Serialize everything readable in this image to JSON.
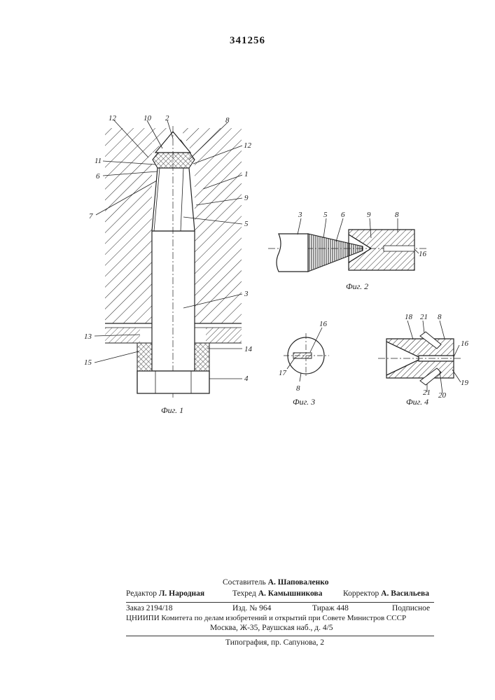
{
  "patent_number": "341256",
  "figures": [
    {
      "caption": "Фиг. 1",
      "labels": [
        "12",
        "10",
        "2",
        "8",
        "12",
        "11",
        "6",
        "1",
        "9",
        "7",
        "5",
        "3",
        "13",
        "14",
        "15",
        "4"
      ]
    },
    {
      "caption": "Фиг. 2",
      "labels": [
        "3",
        "5",
        "6",
        "9",
        "8",
        "16"
      ]
    },
    {
      "caption": "Фиг. 3",
      "labels": [
        "16",
        "17",
        "8"
      ]
    },
    {
      "caption": "Фиг. 4",
      "labels": [
        "18",
        "21",
        "8",
        "16",
        "21",
        "20",
        "19"
      ]
    }
  ],
  "imprint": {
    "compiler_role": "Составитель",
    "compiler_name": "А. Шаповаленко",
    "editor_role": "Редактор",
    "editor_name": "Л. Народная",
    "tech_role": "Техред",
    "tech_name": "А. Камышникова",
    "corrector_role": "Корректор",
    "corrector_name": "А. Васильева",
    "order": "Заказ 2194/18",
    "edition": "Изд. № 964",
    "circulation": "Тираж 448",
    "subscription": "Подписное",
    "org_line1": "ЦНИИПИ Комитета по делам изобретений и открытий при Совете Министров СССР",
    "org_line2": "Москва, Ж-35, Раушская наб., д. 4/5",
    "printer": "Типография, пр. Сапунова, 2"
  }
}
